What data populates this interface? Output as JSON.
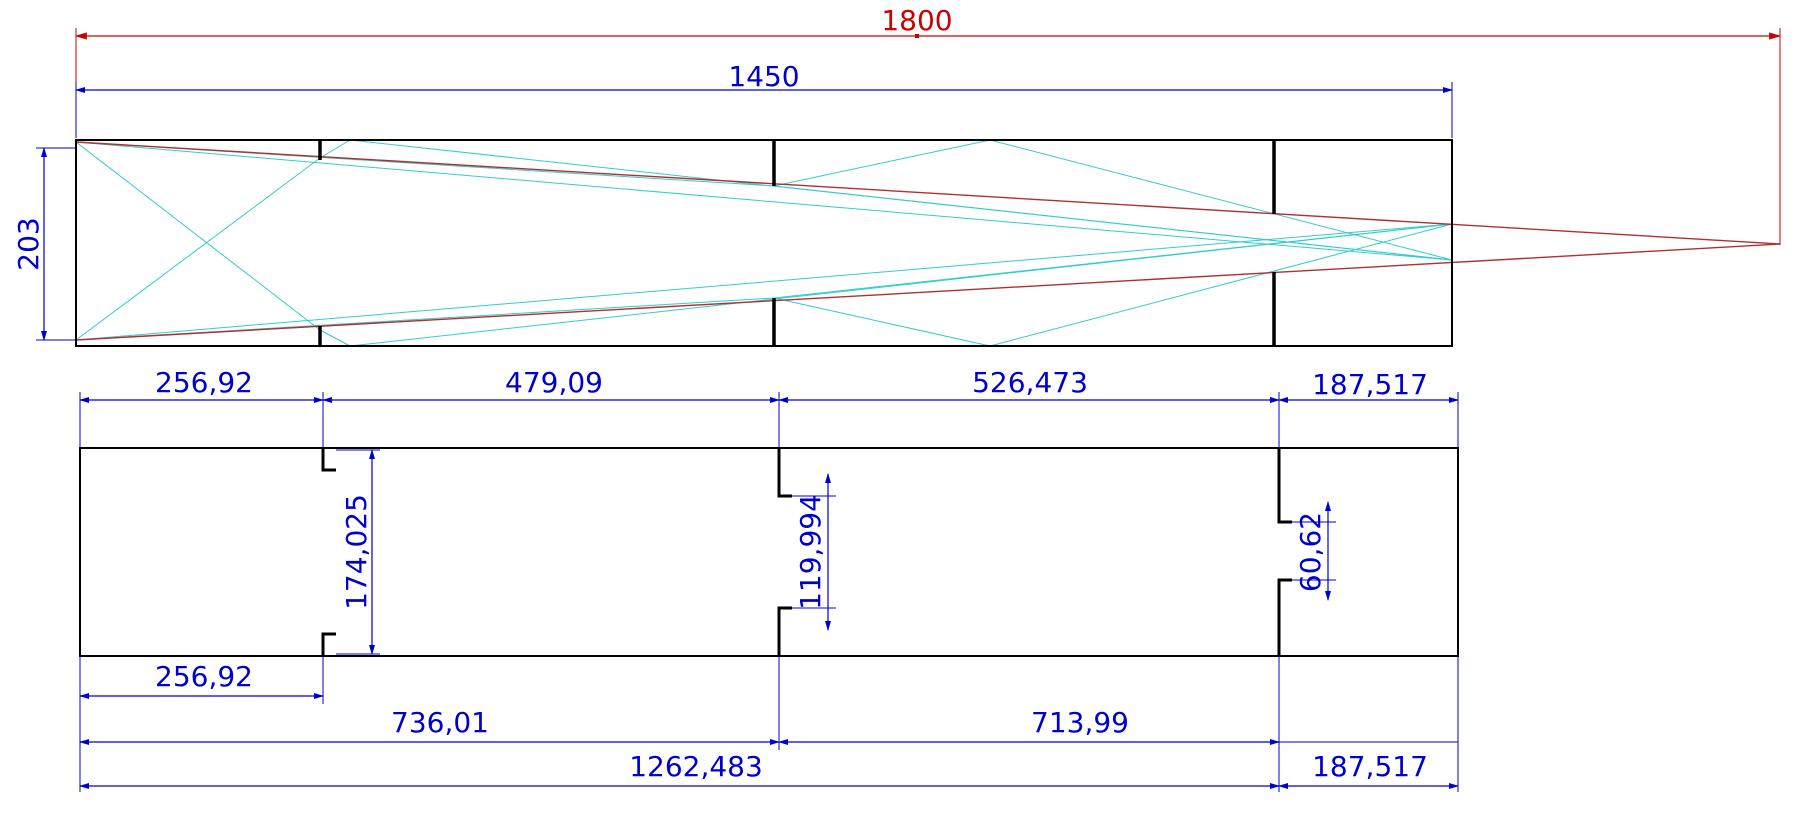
{
  "colors": {
    "outline": "#000000",
    "dimension": "#0000cc",
    "overall": "#cc0000",
    "rays": "#33cccc"
  },
  "top_view": {
    "overall_length": "1800",
    "length": "1450",
    "height": "203"
  },
  "bottom_view": {
    "segment_1": "256,92",
    "segment_2": "479,09",
    "segment_3": "526,473",
    "segment_4_top": "187,517",
    "slot_1": "174,025",
    "slot_2": "119,994",
    "slot_3": "60,62",
    "offset_1": "256,92",
    "offset_2": "736,01",
    "offset_3": "713,99",
    "total_to_3": "1262,483",
    "segment_4_bottom": "187,517"
  }
}
